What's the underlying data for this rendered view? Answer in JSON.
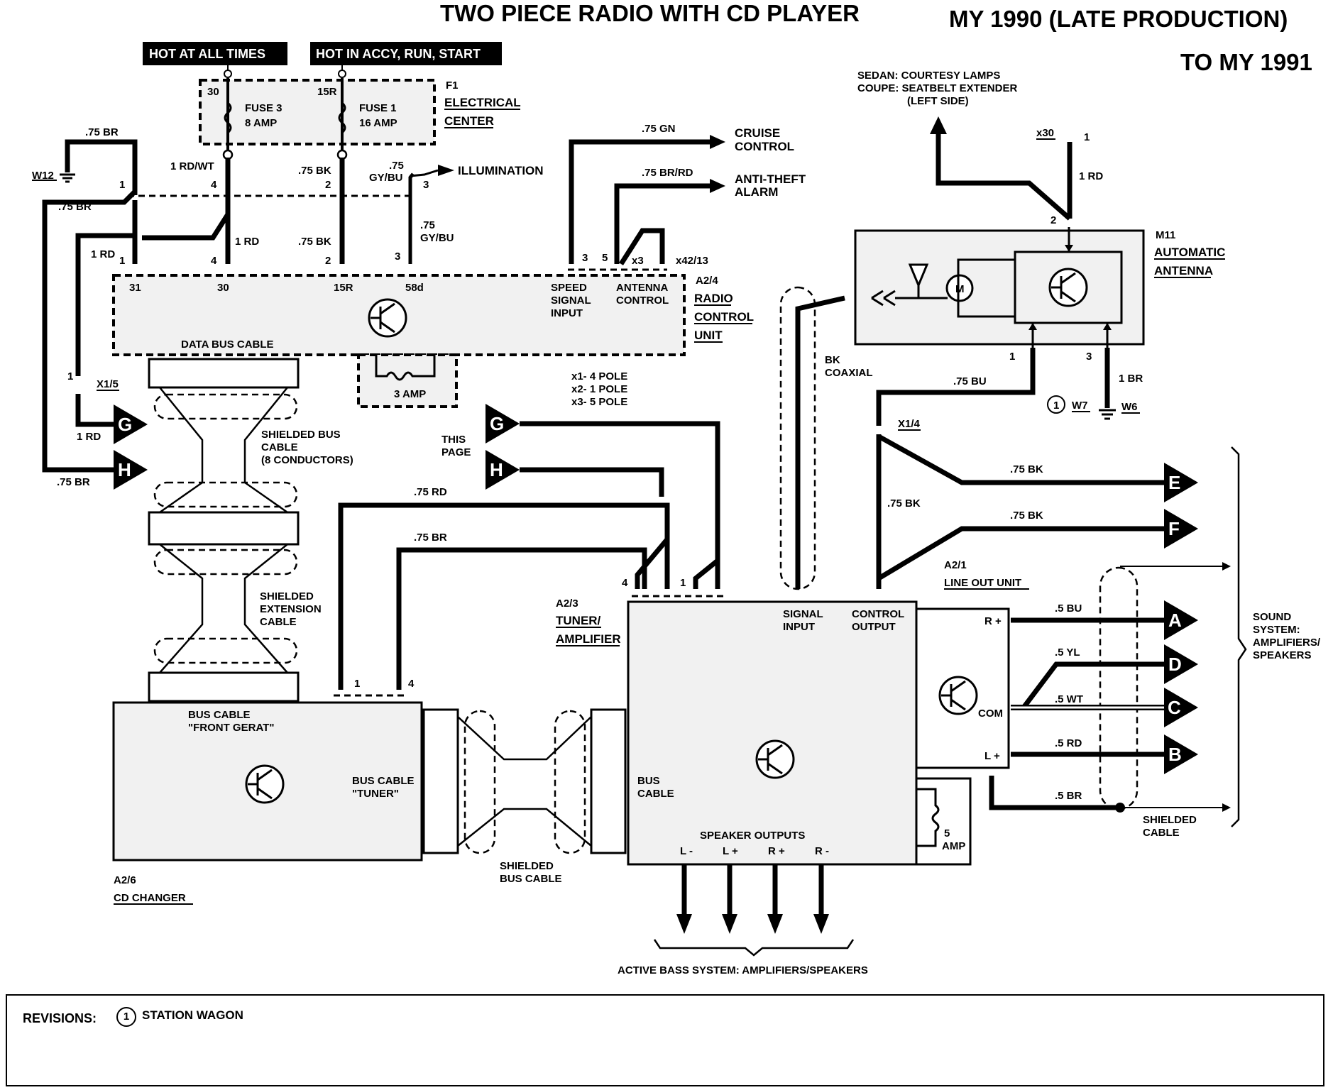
{
  "title": {
    "main": "TWO PIECE RADIO WITH CD PLAYER",
    "model_year": "MY 1990 (LATE PRODUCTION)",
    "model_year_to": "TO MY 1991"
  },
  "power_tags": {
    "hot_always": "HOT AT ALL TIMES",
    "hot_accy": "HOT IN ACCY, RUN, START"
  },
  "fuse_block": {
    "id": "F1",
    "name_line1": "ELECTRICAL",
    "name_line2": "CENTER",
    "fuse3_name": "FUSE 3",
    "fuse3_rating": "8 AMP",
    "fuse1_name": "FUSE 1",
    "fuse1_rating": "16 AMP",
    "term_30": "30",
    "term_15r": "15R"
  },
  "ground_w12": "W12",
  "wires": {
    "w_75br_top": ".75 BR",
    "w_75br_left": ".75 BR",
    "w_1rd_left": "1 RD",
    "w_1rdwt": "1 RD/WT",
    "w_1rd": "1 RD",
    "w_75bk_a": ".75 BK",
    "w_75bk_b": ".75 BK",
    "w_gybu_a1": ".75",
    "w_gybu_a2": "GY/BU",
    "w_gybu_b1": ".75",
    "w_gybu_b2": "GY/BU",
    "w_75gn": ".75 GN",
    "w_75brrd": ".75 BR/RD",
    "w_1rd_g": "1 RD",
    "w_75br_h": ".75 BR",
    "w_75rd": ".75 RD",
    "w_75br_mid": ".75 BR",
    "w_75bu": ".75 BU",
    "w_1br": "1 BR",
    "w_1rd_x30": "1 RD",
    "w_75bk_e": ".75 BK",
    "w_75bk_f": ".75 BK",
    "w_75bk_vert": ".75 BK",
    "w_5bu": ".5 BU",
    "w_5yl": ".5 YL",
    "w_5wt": ".5 WT",
    "w_5rd": ".5 RD",
    "w_5br": ".5 BR"
  },
  "pins": {
    "p1a": "1",
    "p4a": "4",
    "p2a": "2",
    "p3a": "3",
    "p1b": "1",
    "p4b": "4",
    "p2b": "2",
    "p3b": "3",
    "p3c": "3",
    "p5c": "5",
    "p1x15": "1",
    "p4tuner": "4",
    "p1tuner": "1",
    "p1cd": "1",
    "p4cd": "4",
    "p2m11": "2",
    "p1m11": "1",
    "p3m11": "3",
    "p1x30": "1"
  },
  "connectors": {
    "x3": "x3",
    "x42_13": "x42/13",
    "x1_5": "X1/5",
    "x1_4": "X1/4",
    "x30": "x30",
    "legend_1": "x1- 4 POLE",
    "legend_2": "x2- 1 POLE",
    "legend_3": "x3- 5 POLE"
  },
  "destinations": {
    "illumination": "ILLUMINATION",
    "cruise_1": "CRUISE",
    "cruise_2": "CONTROL",
    "antitheft_1": "ANTI-THEFT",
    "antitheft_2": "ALARM",
    "sedan": "SEDAN: COURTESY LAMPS",
    "coupe": "COUPE: SEATBELT EXTENDER",
    "left_side": "(LEFT SIDE)",
    "active_bass": "ACTIVE BASS SYSTEM: AMPLIFIERS/SPEAKERS",
    "sound_1": "SOUND",
    "sound_2": "SYSTEM:",
    "sound_3": "AMPLIFIERS/",
    "sound_4": "SPEAKERS"
  },
  "radio_unit": {
    "id": "A2/4",
    "name_line1": "RADIO",
    "name_line2": "CONTROL",
    "name_line3": "UNIT",
    "t31": "31",
    "t30": "30",
    "t15r": "15R",
    "t58d": "58d",
    "speed_1": "SPEED",
    "speed_2": "SIGNAL",
    "speed_3": "INPUT",
    "ant_1": "ANTENNA",
    "ant_2": "CONTROL",
    "data_bus": "DATA BUS CABLE",
    "fuse_3amp": "3 AMP"
  },
  "cables": {
    "shielded_bus_1": "SHIELDED BUS",
    "shielded_bus_2": "CABLE",
    "shielded_bus_3": "(8 CONDUCTORS)",
    "shielded_ext_1": "SHIELDED",
    "shielded_ext_2": "EXTENSION",
    "shielded_ext_3": "CABLE",
    "shielded_bus2_1": "SHIELDED",
    "shielded_bus2_2": "BUS CABLE",
    "shielded_cable_1": "SHIELDED",
    "shielded_cable_2": "CABLE",
    "bk_coax_1": "BK",
    "bk_coax_2": "COAXIAL"
  },
  "this_page_1": "THIS",
  "this_page_2": "PAGE",
  "cd_changer": {
    "id": "A2/6",
    "name": "CD CHANGER",
    "bus_front_1": "BUS CABLE",
    "bus_front_2": "\"FRONT GERAT\"",
    "bus_tuner_1": "BUS CABLE",
    "bus_tuner_2": "\"TUNER\""
  },
  "tuner_amp": {
    "id": "A2/3",
    "name_line1": "TUNER/",
    "name_line2": "AMPLIFIER",
    "signal_1": "SIGNAL",
    "signal_2": "INPUT",
    "control_1": "CONTROL",
    "control_2": "OUTPUT",
    "bus_1": "BUS",
    "bus_2": "CABLE",
    "speaker_outputs": "SPEAKER OUTPUTS",
    "out_lm": "L -",
    "out_lp": "L +",
    "out_rp": "R +",
    "out_rm": "R -",
    "fuse_5": "5",
    "fuse_amp": "AMP"
  },
  "line_out": {
    "id": "A2/1",
    "name": "LINE OUT UNIT",
    "rp": "R +",
    "com": "COM",
    "lp": "L +"
  },
  "antenna": {
    "id": "M11",
    "name_line1": "AUTOMATIC",
    "name_line2": "ANTENNA",
    "motor": "M"
  },
  "grounds": {
    "w7": "W7",
    "w6": "W6",
    "w7_rev": "1"
  },
  "off_page": {
    "g_left": "G",
    "h_left": "H",
    "g_right": "G",
    "h_right": "H",
    "e": "E",
    "f": "F",
    "a": "A",
    "d": "D",
    "c": "C",
    "b": "B"
  },
  "revisions": {
    "label": "REVISIONS:",
    "number": "1",
    "text": "STATION WAGON"
  }
}
